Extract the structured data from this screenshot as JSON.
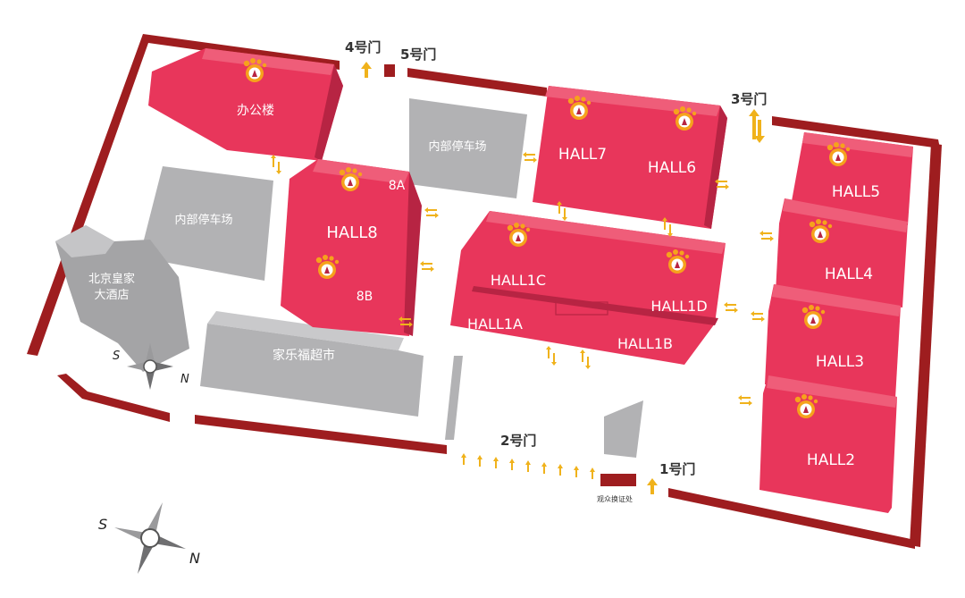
{
  "colors": {
    "wall": "#9e1d1f",
    "hall_front": "#e8365b",
    "hall_top": "#ef5d79",
    "hall_side": "#b72443",
    "gray_front": "#b2b2b4",
    "gray_top": "#c9c9cb",
    "gray_side": "#8f8f91",
    "arrow": "#f0b21b",
    "logo_orange": "#f6a21c"
  },
  "halls": {
    "office": "办公楼",
    "hall8": "HALL8",
    "hall8a": "8A",
    "hall8b": "8B",
    "hall7": "HALL7",
    "hall6": "HALL6",
    "hall1c": "HALL1C",
    "hall1d": "HALL1D",
    "hall1a": "HALL1A",
    "hall1b": "HALL1B",
    "hall5": "HALL5",
    "hall4": "HALL4",
    "hall3": "HALL3",
    "hall2": "HALL2"
  },
  "facilities": {
    "parking_top": "内部停车场",
    "parking_left": "内部停车场",
    "hotel_line1": "北京皇家",
    "hotel_line2": "大酒店",
    "supermarket": "家乐福超市",
    "badge_exchange": "观众换证处"
  },
  "gates": {
    "gate1": "1号门",
    "gate2": "2号门",
    "gate3": "3号门",
    "gate4": "4号门",
    "gate5": "5号门"
  },
  "compass": {
    "south": "S",
    "north": "N"
  }
}
